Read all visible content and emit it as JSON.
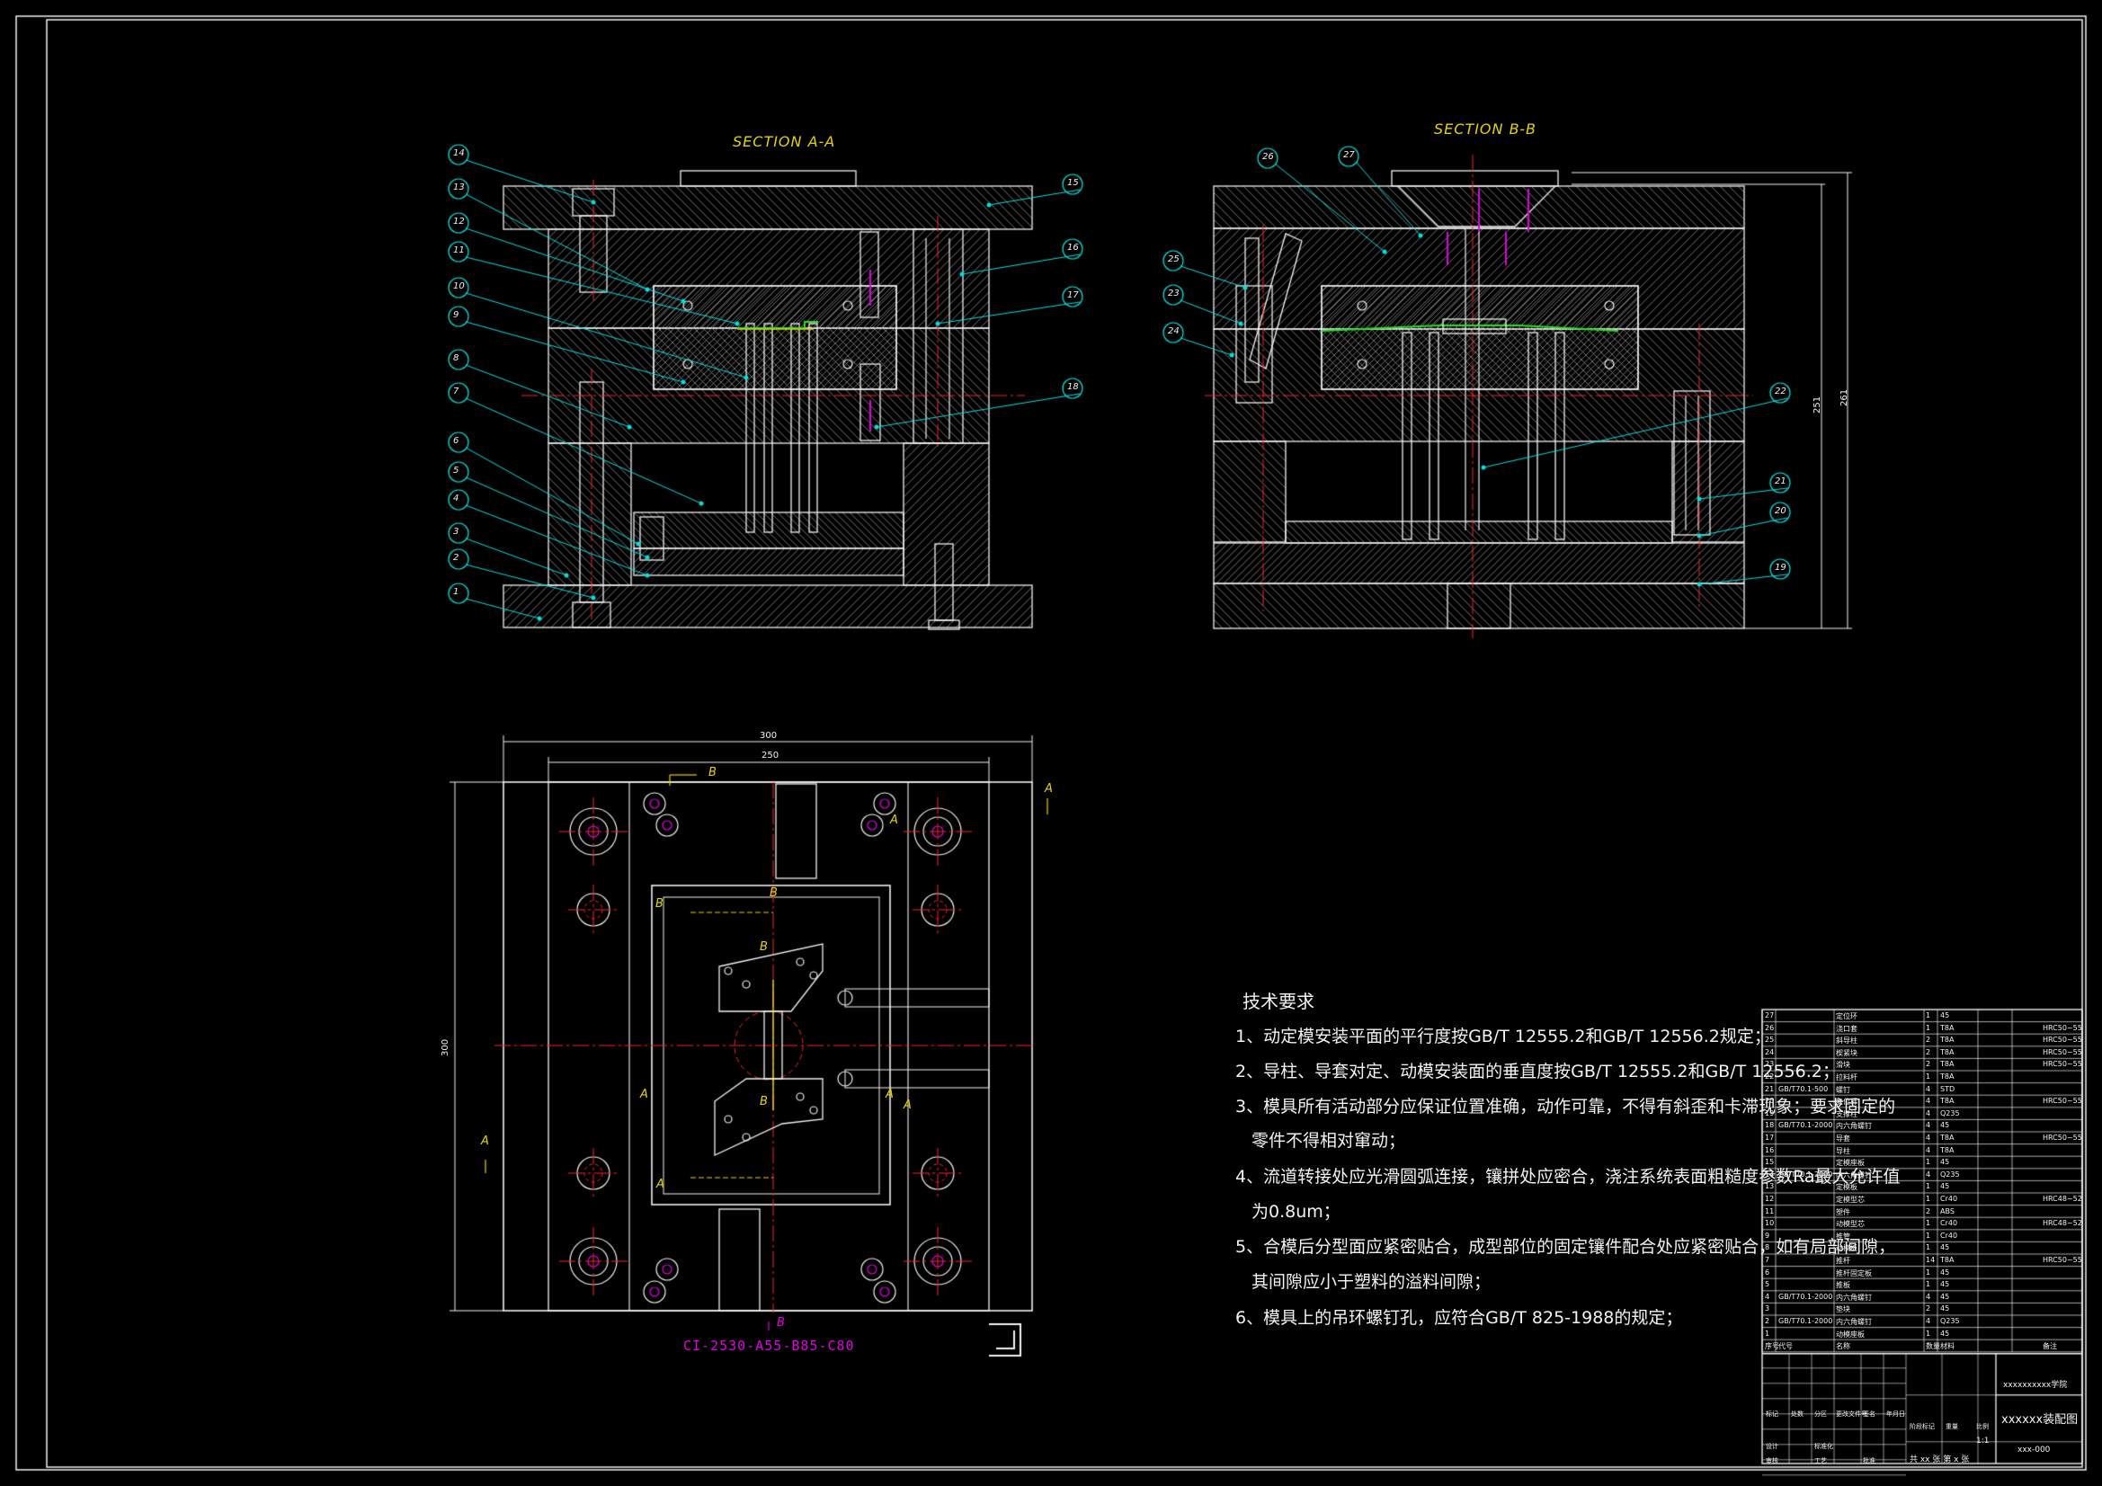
{
  "sheet": {
    "section_a_title": "SECTION A-A",
    "section_b_title": "SECTION B-B",
    "mold_code": "CI-2530-A55-B85-C80"
  },
  "dimensions": {
    "width_overall": "300",
    "width_inner": "250",
    "height_plan": "300",
    "height_b1": "251",
    "height_b2": "261"
  },
  "view_marks": {
    "a": "A",
    "b": "B"
  },
  "callouts_a": [
    "14",
    "13",
    "12",
    "11",
    "10",
    "9",
    "8",
    "7",
    "6",
    "5",
    "4",
    "3",
    "2",
    "1",
    "15",
    "16",
    "17",
    "18"
  ],
  "callouts_b": [
    "27",
    "26",
    "25",
    "23",
    "24",
    "22",
    "21",
    "20",
    "19"
  ],
  "requirements": {
    "title": "技术要求",
    "items": [
      "1、动定模安装平面的平行度按GB/T 12555.2和GB/T 12556.2规定；",
      "2、导柱、导套对定、动模安装面的垂直度按GB/T 12555.2和GB/T 12556.2；",
      "3、模具所有活动部分应保证位置准确，动作可靠，不得有斜歪和卡滞现象；要求固定的",
      "零件不得相对窜动；",
      "4、流道转接处应光滑圆弧连接，镶拼处应密合，浇注系统表面粗糙度参数Ra最大允许值",
      "为0.8um；",
      "5、合模后分型面应紧密贴合，成型部位的固定镶件配合处应紧密贴合，如有局部间隙，",
      "其间隙应小于塑料的溢料间隙；",
      "6、模具上的吊环螺钉孔，应符合GB/T 825-1988的规定；"
    ]
  },
  "bom": [
    {
      "no": "27",
      "std": "",
      "name": "定位环",
      "qty": "1",
      "mat": "45",
      "note": ""
    },
    {
      "no": "26",
      "std": "",
      "name": "浇口套",
      "qty": "1",
      "mat": "T8A",
      "note": "HRC50~55"
    },
    {
      "no": "25",
      "std": "",
      "name": "斜导柱",
      "qty": "2",
      "mat": "T8A",
      "note": "HRC50~55"
    },
    {
      "no": "24",
      "std": "",
      "name": "楔紧块",
      "qty": "2",
      "mat": "T8A",
      "note": "HRC50~55"
    },
    {
      "no": "23",
      "std": "",
      "name": "滑块",
      "qty": "2",
      "mat": "T8A",
      "note": "HRC50~55"
    },
    {
      "no": "22",
      "std": "",
      "name": "拉料杆",
      "qty": "1",
      "mat": "T8A",
      "note": ""
    },
    {
      "no": "21",
      "std": "GB/T70.1-500",
      "name": "螺钉",
      "qty": "4",
      "mat": "STD",
      "note": ""
    },
    {
      "no": "20",
      "std": "",
      "name": "复位杆",
      "qty": "4",
      "mat": "T8A",
      "note": "HRC50~55"
    },
    {
      "no": "19",
      "std": "",
      "name": "支撑柱",
      "qty": "4",
      "mat": "Q235",
      "note": ""
    },
    {
      "no": "18",
      "std": "GB/T70.1-2000",
      "name": "内六角螺钉",
      "qty": "4",
      "mat": "45",
      "note": ""
    },
    {
      "no": "17",
      "std": "",
      "name": "导套",
      "qty": "4",
      "mat": "T8A",
      "note": "HRC50~55"
    },
    {
      "no": "16",
      "std": "",
      "name": "导柱",
      "qty": "4",
      "mat": "T8A",
      "note": ""
    },
    {
      "no": "15",
      "std": "",
      "name": "定模座板",
      "qty": "1",
      "mat": "45",
      "note": ""
    },
    {
      "no": "14",
      "std": "GB/T70.1-2000",
      "name": "内六角螺钉",
      "qty": "4",
      "mat": "Q235",
      "note": ""
    },
    {
      "no": "13",
      "std": "",
      "name": "定模板",
      "qty": "1",
      "mat": "45",
      "note": ""
    },
    {
      "no": "12",
      "std": "",
      "name": "定模型芯",
      "qty": "1",
      "mat": "Cr40",
      "note": "HRC48~52"
    },
    {
      "no": "11",
      "std": "",
      "name": "塑件",
      "qty": "2",
      "mat": "ABS",
      "note": ""
    },
    {
      "no": "10",
      "std": "",
      "name": "动模型芯",
      "qty": "1",
      "mat": "Cr40",
      "note": "HRC48~52"
    },
    {
      "no": "9",
      "std": "",
      "name": "推管",
      "qty": "1",
      "mat": "Cr40",
      "note": ""
    },
    {
      "no": "8",
      "std": "",
      "name": "动模板",
      "qty": "1",
      "mat": "45",
      "note": ""
    },
    {
      "no": "7",
      "std": "",
      "name": "推杆",
      "qty": "14",
      "mat": "T8A",
      "note": "HRC50~55"
    },
    {
      "no": "6",
      "std": "",
      "name": "推杆固定板",
      "qty": "1",
      "mat": "45",
      "note": ""
    },
    {
      "no": "5",
      "std": "",
      "name": "推板",
      "qty": "1",
      "mat": "45",
      "note": ""
    },
    {
      "no": "4",
      "std": "GB/T70.1-2000",
      "name": "内六角螺钉",
      "qty": "4",
      "mat": "45",
      "note": ""
    },
    {
      "no": "3",
      "std": "",
      "name": "垫块",
      "qty": "2",
      "mat": "45",
      "note": ""
    },
    {
      "no": "2",
      "std": "GB/T70.1-2000",
      "name": "内六角螺钉",
      "qty": "4",
      "mat": "Q235",
      "note": ""
    },
    {
      "no": "1",
      "std": "",
      "name": "动模座板",
      "qty": "1",
      "mat": "45",
      "note": ""
    }
  ],
  "bom_header": {
    "no": "序号",
    "std": "代号",
    "name": "名称",
    "qty": "数量",
    "mat": "材料",
    "note": "备注"
  },
  "title_block": {
    "school": "xxxxxxxxxx学院",
    "drawing_name": "xxxxxx装配图",
    "drawing_no": "xxx-000",
    "scale": "1:1",
    "sheets": "共 xx 张  第 x 张",
    "labels": [
      "标记",
      "处数",
      "分区",
      "更改文件号",
      "签名",
      "年月日",
      "设计",
      "标准化",
      "阶段标记",
      "重量",
      "比例",
      "审核",
      "工艺",
      "批准"
    ]
  },
  "colors": {
    "outline": "#f2f2f2",
    "hatch": "#8a8a8a",
    "center": "#ff2020",
    "leader": "#00e0e0",
    "text_yellow": "#e6d200",
    "magenta": "#e000e0",
    "green": "#20e020",
    "frame": "#f2f2f2"
  }
}
